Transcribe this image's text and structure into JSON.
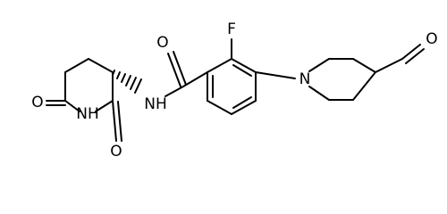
{
  "molecule": {
    "atoms": {
      "o_left": "O",
      "nh_imide": "NH",
      "o_bottom": "O",
      "nh_amide": "NH",
      "o_amide": "O",
      "f": "F",
      "n_pip": "N",
      "o_ald": "O"
    }
  },
  "colors": {
    "ink": "#000000",
    "background": "#ffffff"
  }
}
